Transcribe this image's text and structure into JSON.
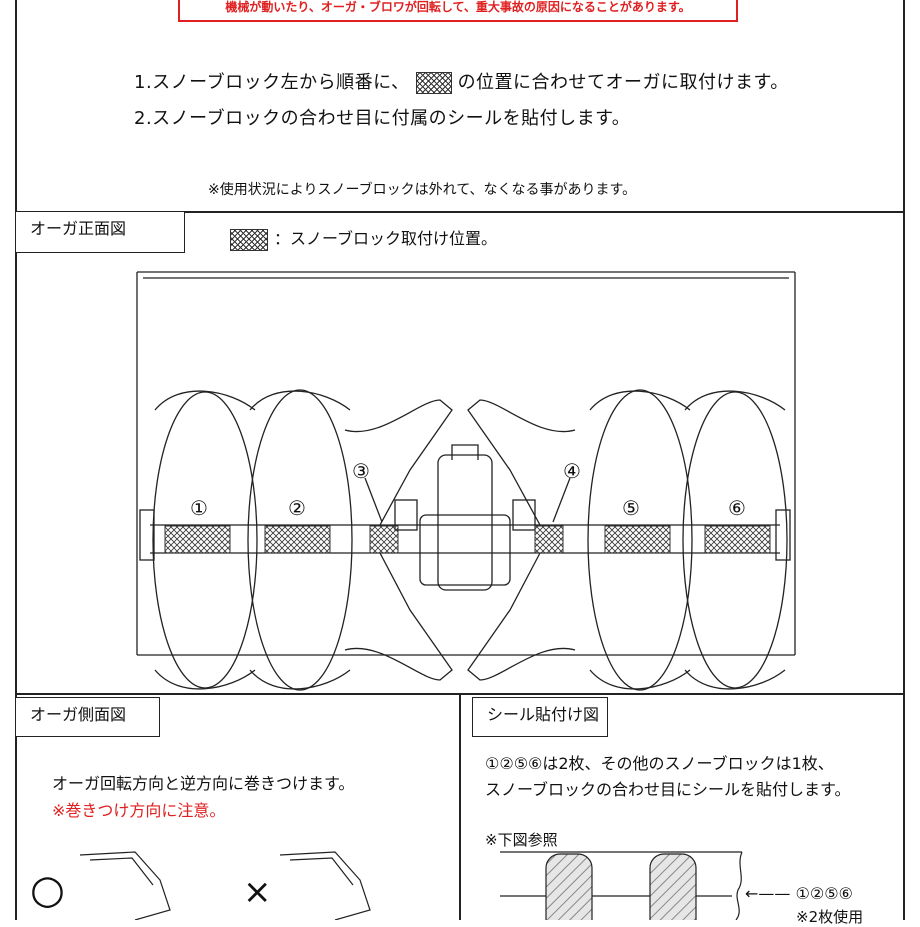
{
  "warning": {
    "text": "機械が動いたり、オーガ・ブロワが回転して、重大事故の原因になることがあります。"
  },
  "steps": [
    {
      "before": "1.スノーブロック左から順番に、",
      "after": "の位置に合わせてオーガに取付けます。"
    },
    {
      "text": "2.スノーブロックの合わせ目に付属のシールを貼付します。"
    }
  ],
  "usage_note": "※使用状況によりスノーブロックは外れて、なくなる事があります。",
  "front_view": {
    "title": "オーガ正面図",
    "legend": "：スノーブロック取付け位置。",
    "markers": [
      "①",
      "②",
      "③",
      "④",
      "⑤",
      "⑥"
    ]
  },
  "side_view": {
    "title": "オーガ側面図",
    "instruction": "オーガ回転方向と逆方向に巻きつけます。",
    "caution": "※巻きつけ方向に注意。",
    "correct_mark": "○",
    "wrong_mark": "×"
  },
  "seal_view": {
    "title": "シール貼付け図",
    "line1": "①②⑤⑥は2枚、その他のスノーブロックは1枚、",
    "line2": "スノーブロックの合わせ目にシールを貼付します。",
    "ref": "※下図参照",
    "arrow_label": "①②⑤⑥",
    "arrow_sub": "※2枚使用"
  },
  "colors": {
    "warning": "#e02020",
    "line": "#222222"
  }
}
